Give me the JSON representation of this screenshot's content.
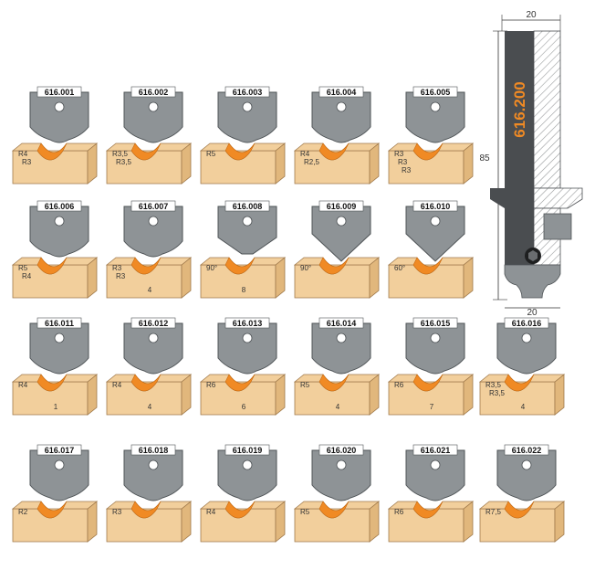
{
  "colors": {
    "plate": "#8e9396",
    "plate_stroke": "#4e5356",
    "wood": "#f2cf9c",
    "wood_side": "#e1b77c",
    "wood_stroke": "#a07a4c",
    "cut": "#f08a24",
    "dim": "#333333",
    "shank": "#4a4d50",
    "hatch": "#9a9c9e",
    "code_color": "#f08a24"
  },
  "tool": {
    "code": "616.200",
    "dim_top": "20",
    "dim_bottom": "20",
    "dim_height": "85"
  },
  "profiles": [
    {
      "code": "616.001",
      "labels": [
        "R4",
        "R3"
      ]
    },
    {
      "code": "616.002",
      "labels": [
        "R3,5",
        "R3,5"
      ]
    },
    {
      "code": "616.003",
      "labels": [
        "R5"
      ]
    },
    {
      "code": "616.004",
      "labels": [
        "R4",
        "R2,5"
      ]
    },
    {
      "code": "616.005",
      "labels": [
        "R3",
        "R3",
        "R3"
      ]
    },
    {
      "code": "616.006",
      "labels": [
        "R5",
        "R4"
      ]
    },
    {
      "code": "616.007",
      "labels": [
        "R3",
        "R3",
        "4"
      ]
    },
    {
      "code": "616.008",
      "labels": [
        "90°",
        "8"
      ]
    },
    {
      "code": "616.009",
      "labels": [
        "90°"
      ]
    },
    {
      "code": "616.010",
      "labels": [
        "60°"
      ]
    },
    {
      "code": "616.011",
      "labels": [
        "R4",
        "1"
      ]
    },
    {
      "code": "616.012",
      "labels": [
        "R4",
        "4"
      ]
    },
    {
      "code": "616.013",
      "labels": [
        "R6",
        "6"
      ]
    },
    {
      "code": "616.014",
      "labels": [
        "R5",
        "4"
      ]
    },
    {
      "code": "616.015",
      "labels": [
        "R6",
        "7"
      ]
    },
    {
      "code": "616.016",
      "labels": [
        "R3,5",
        "R3,5",
        "4"
      ]
    },
    {
      "code": "616.017",
      "labels": [
        "R2"
      ]
    },
    {
      "code": "616.018",
      "labels": [
        "R3"
      ]
    },
    {
      "code": "616.019",
      "labels": [
        "R4"
      ]
    },
    {
      "code": "616.020",
      "labels": [
        "R5"
      ]
    },
    {
      "code": "616.021",
      "labels": [
        "R6"
      ]
    },
    {
      "code": "616.022",
      "labels": [
        "R7,5"
      ]
    }
  ]
}
